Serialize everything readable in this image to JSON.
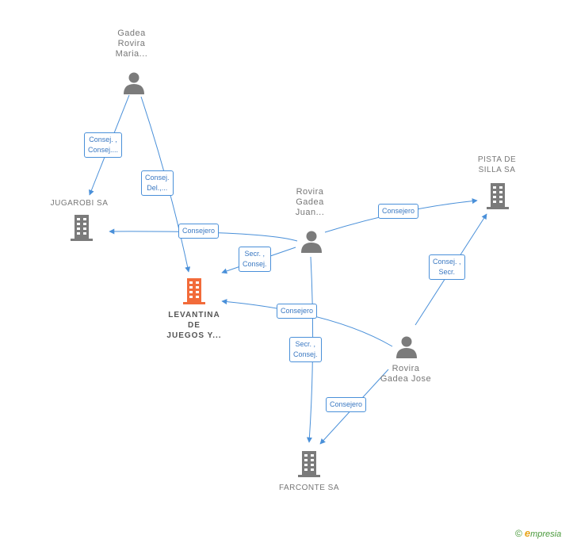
{
  "colors": {
    "edge": "#4a90d9",
    "person": "#7b7b7b",
    "company": "#7b7b7b",
    "focus_company": "#f26b3a"
  },
  "nodes": {
    "gadea_maria": [
      "Gadea",
      "Rovira",
      "Maria..."
    ],
    "rovira_juan": [
      "Rovira",
      "Gadea",
      "Juan..."
    ],
    "rovira_jose": [
      "Rovira",
      "Gadea Jose"
    ],
    "jugarobi": [
      "JUGAROBI SA"
    ],
    "pista": [
      "PISTA DE",
      "SILLA SA"
    ],
    "levantina": [
      "LEVANTINA",
      "DE",
      "JUEGOS Y..."
    ],
    "farconte": [
      "FARCONTE SA"
    ]
  },
  "edge_labels": {
    "maria_jugarobi": [
      "Consej. ,",
      "Consej...."
    ],
    "maria_levantina": [
      "Consej.",
      "Del.,..."
    ],
    "juan_jugarobi": [
      "Consejero"
    ],
    "juan_levantina": [
      "Secr. ,",
      "Consej."
    ],
    "juan_pista": [
      "Consejero"
    ],
    "juan_farconte": [
      "Secr. ,",
      "Consej."
    ],
    "jose_levantina": [
      "Consejero"
    ],
    "jose_pista": [
      "Consej. ,",
      "Secr."
    ],
    "jose_farconte": [
      "Consejero"
    ]
  },
  "footer": {
    "copyright": "©",
    "brand_initial": "e",
    "brand_rest": "mpresia"
  }
}
